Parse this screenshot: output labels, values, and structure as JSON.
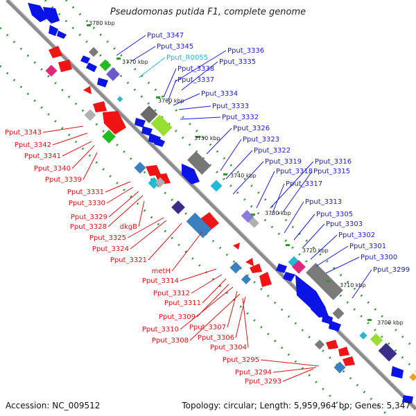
{
  "title": "Pseudomonas putida F1, complete genome",
  "footer": {
    "accession": "Accession: NC_009512",
    "topology": "Topology: circular; Length: 5,959,964 bp; Genes: 5,347"
  },
  "kbp_ticks": [
    "3780 kbp",
    "3770 kbp",
    "3760 kbp",
    "3750 kbp",
    "3740 kbp",
    "3730 kbp",
    "3720 kbp",
    "3710 kbp",
    "3700 kbp"
  ],
  "labels_right": [
    "Pput_3347",
    "Pput_3345",
    "Pput_R0055",
    "Pput_3338",
    "Pput_3336",
    "Pput_3335",
    "Pput_3337",
    "Pput_3334",
    "Pput_3333",
    "Pput_3332",
    "Pput_3326",
    "Pput_3323",
    "Pput_3322",
    "Pput_3319",
    "Pput_3318",
    "Pput_3316",
    "Pput_3315",
    "Pput_3317",
    "Pput_3313",
    "Pput_3305",
    "Pput_3303",
    "Pput_3302",
    "Pput_3301",
    "Pput_3300",
    "Pput_3299"
  ],
  "labels_left": [
    "Pput_3343",
    "Pput_3342",
    "Pput_3341",
    "Pput_3340",
    "Pput_3339",
    "Pput_3331",
    "Pput_3330",
    "Pput_3329",
    "Pput_3328",
    "dkgB",
    "Pput_3325",
    "Pput_3324",
    "Pput_3321",
    "metH",
    "Pput_3314",
    "Pput_3312",
    "Pput_3311",
    "Pput_3309",
    "Pput_3310",
    "Pput_3307",
    "Pput_3308",
    "Pput_3306",
    "Pput_3304",
    "Pput_3295",
    "Pput_3294",
    "Pput_3293"
  ],
  "colors": {
    "forward": "#0a14e6",
    "reverse": "#f01414",
    "rna": "#22b8d8",
    "gray": "#808080",
    "tick_green": "#2a9a2a",
    "backbone": "#8c8c8c"
  }
}
